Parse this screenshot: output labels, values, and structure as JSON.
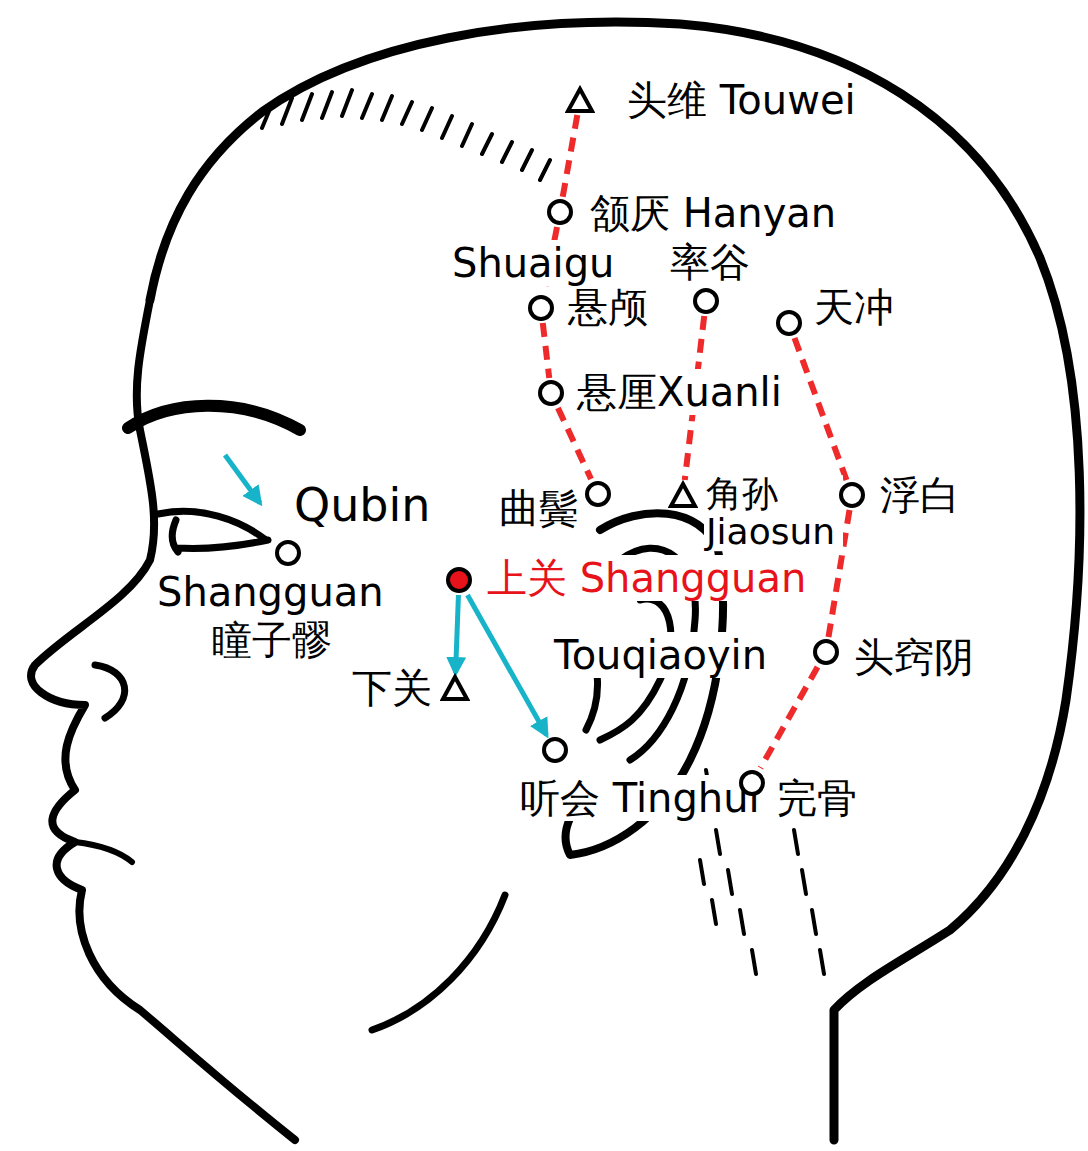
{
  "diagram": {
    "nodes": [
      {
        "text": [
          "头维 Touwei"
        ]
      },
      {
        "text": [
          "颔厌 Hanyan"
        ]
      },
      {
        "text": [
          "率谷"
        ]
      },
      {
        "text": [
          "悬颅"
        ]
      },
      {
        "text": [
          "天冲"
        ]
      },
      {
        "text": [
          "悬厘Xuanli"
        ]
      },
      {
        "text": [
          "曲鬓"
        ]
      },
      {
        "text": [
          "角孙 Jiaosun"
        ]
      },
      {
        "text": [
          "浮白"
        ]
      },
      {
        "text": [
          "瞳子髎"
        ]
      },
      {
        "text": [
          "上关 Shangguan"
        ]
      },
      {
        "text": [
          "头窍阴"
        ]
      },
      {
        "text": [
          "下关"
        ]
      },
      {
        "text": [
          "听会 Tinghui"
        ]
      },
      {
        "text": [
          "完骨"
        ]
      }
    ],
    "edges": [
      {
        "from": 0,
        "to": 1,
        "arrow": "none"
      },
      {
        "from": 1,
        "to": 3,
        "arrow": "none"
      },
      {
        "from": 3,
        "to": 5,
        "arrow": "none"
      },
      {
        "from": 5,
        "to": 6,
        "arrow": "none"
      },
      {
        "from": 2,
        "to": 7,
        "arrow": "none"
      },
      {
        "from": 4,
        "to": 8,
        "arrow": "none"
      },
      {
        "from": 8,
        "to": 11,
        "arrow": "none"
      },
      {
        "from": 11,
        "to": 14,
        "arrow": "none"
      },
      {
        "from": 10,
        "to": 12,
        "arrow": "to"
      },
      {
        "from": 10,
        "to": 13,
        "arrow": "to"
      }
    ],
    "labels": [
      "Shuaigu",
      "Qubin",
      "Shangguan",
      "Touqiaoyin"
    ]
  }
}
